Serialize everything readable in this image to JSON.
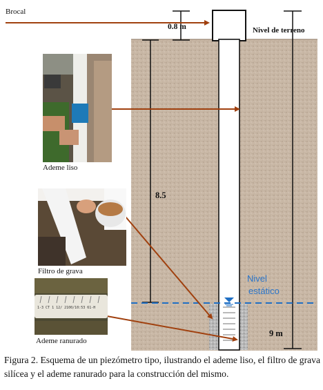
{
  "labels": {
    "brocal": "Brocal",
    "depth_top": "0.8 m",
    "nivel_terreno": "Nivel de terreno",
    "depth_mid": "8.5",
    "nivel_estatico_line1": "Nivel",
    "nivel_estatico_line2": "estático",
    "depth_total": "9 m"
  },
  "photos": [
    {
      "name": "ademe-liso-photo",
      "caption": "Ademe liso"
    },
    {
      "name": "filtro-de-grava-photo",
      "caption": "Filtro de grava"
    },
    {
      "name": "ademe-ranurado-photo",
      "caption": "Ademe ranurado",
      "pipe_marking": "1-3 CT 1 12/ 2100/10:53 61-H"
    }
  ],
  "caption": "Figura 2. Esquema de un piezómetro tipo, ilustrando el ademe liso, el filtro de grava silícea y el ademe ranurado para la construcción del mismo.",
  "colors": {
    "soil": "#c9b8a6",
    "arrow": "#a0400e",
    "water_line": "#1f6fc4",
    "water_label": "#2a74c8"
  }
}
